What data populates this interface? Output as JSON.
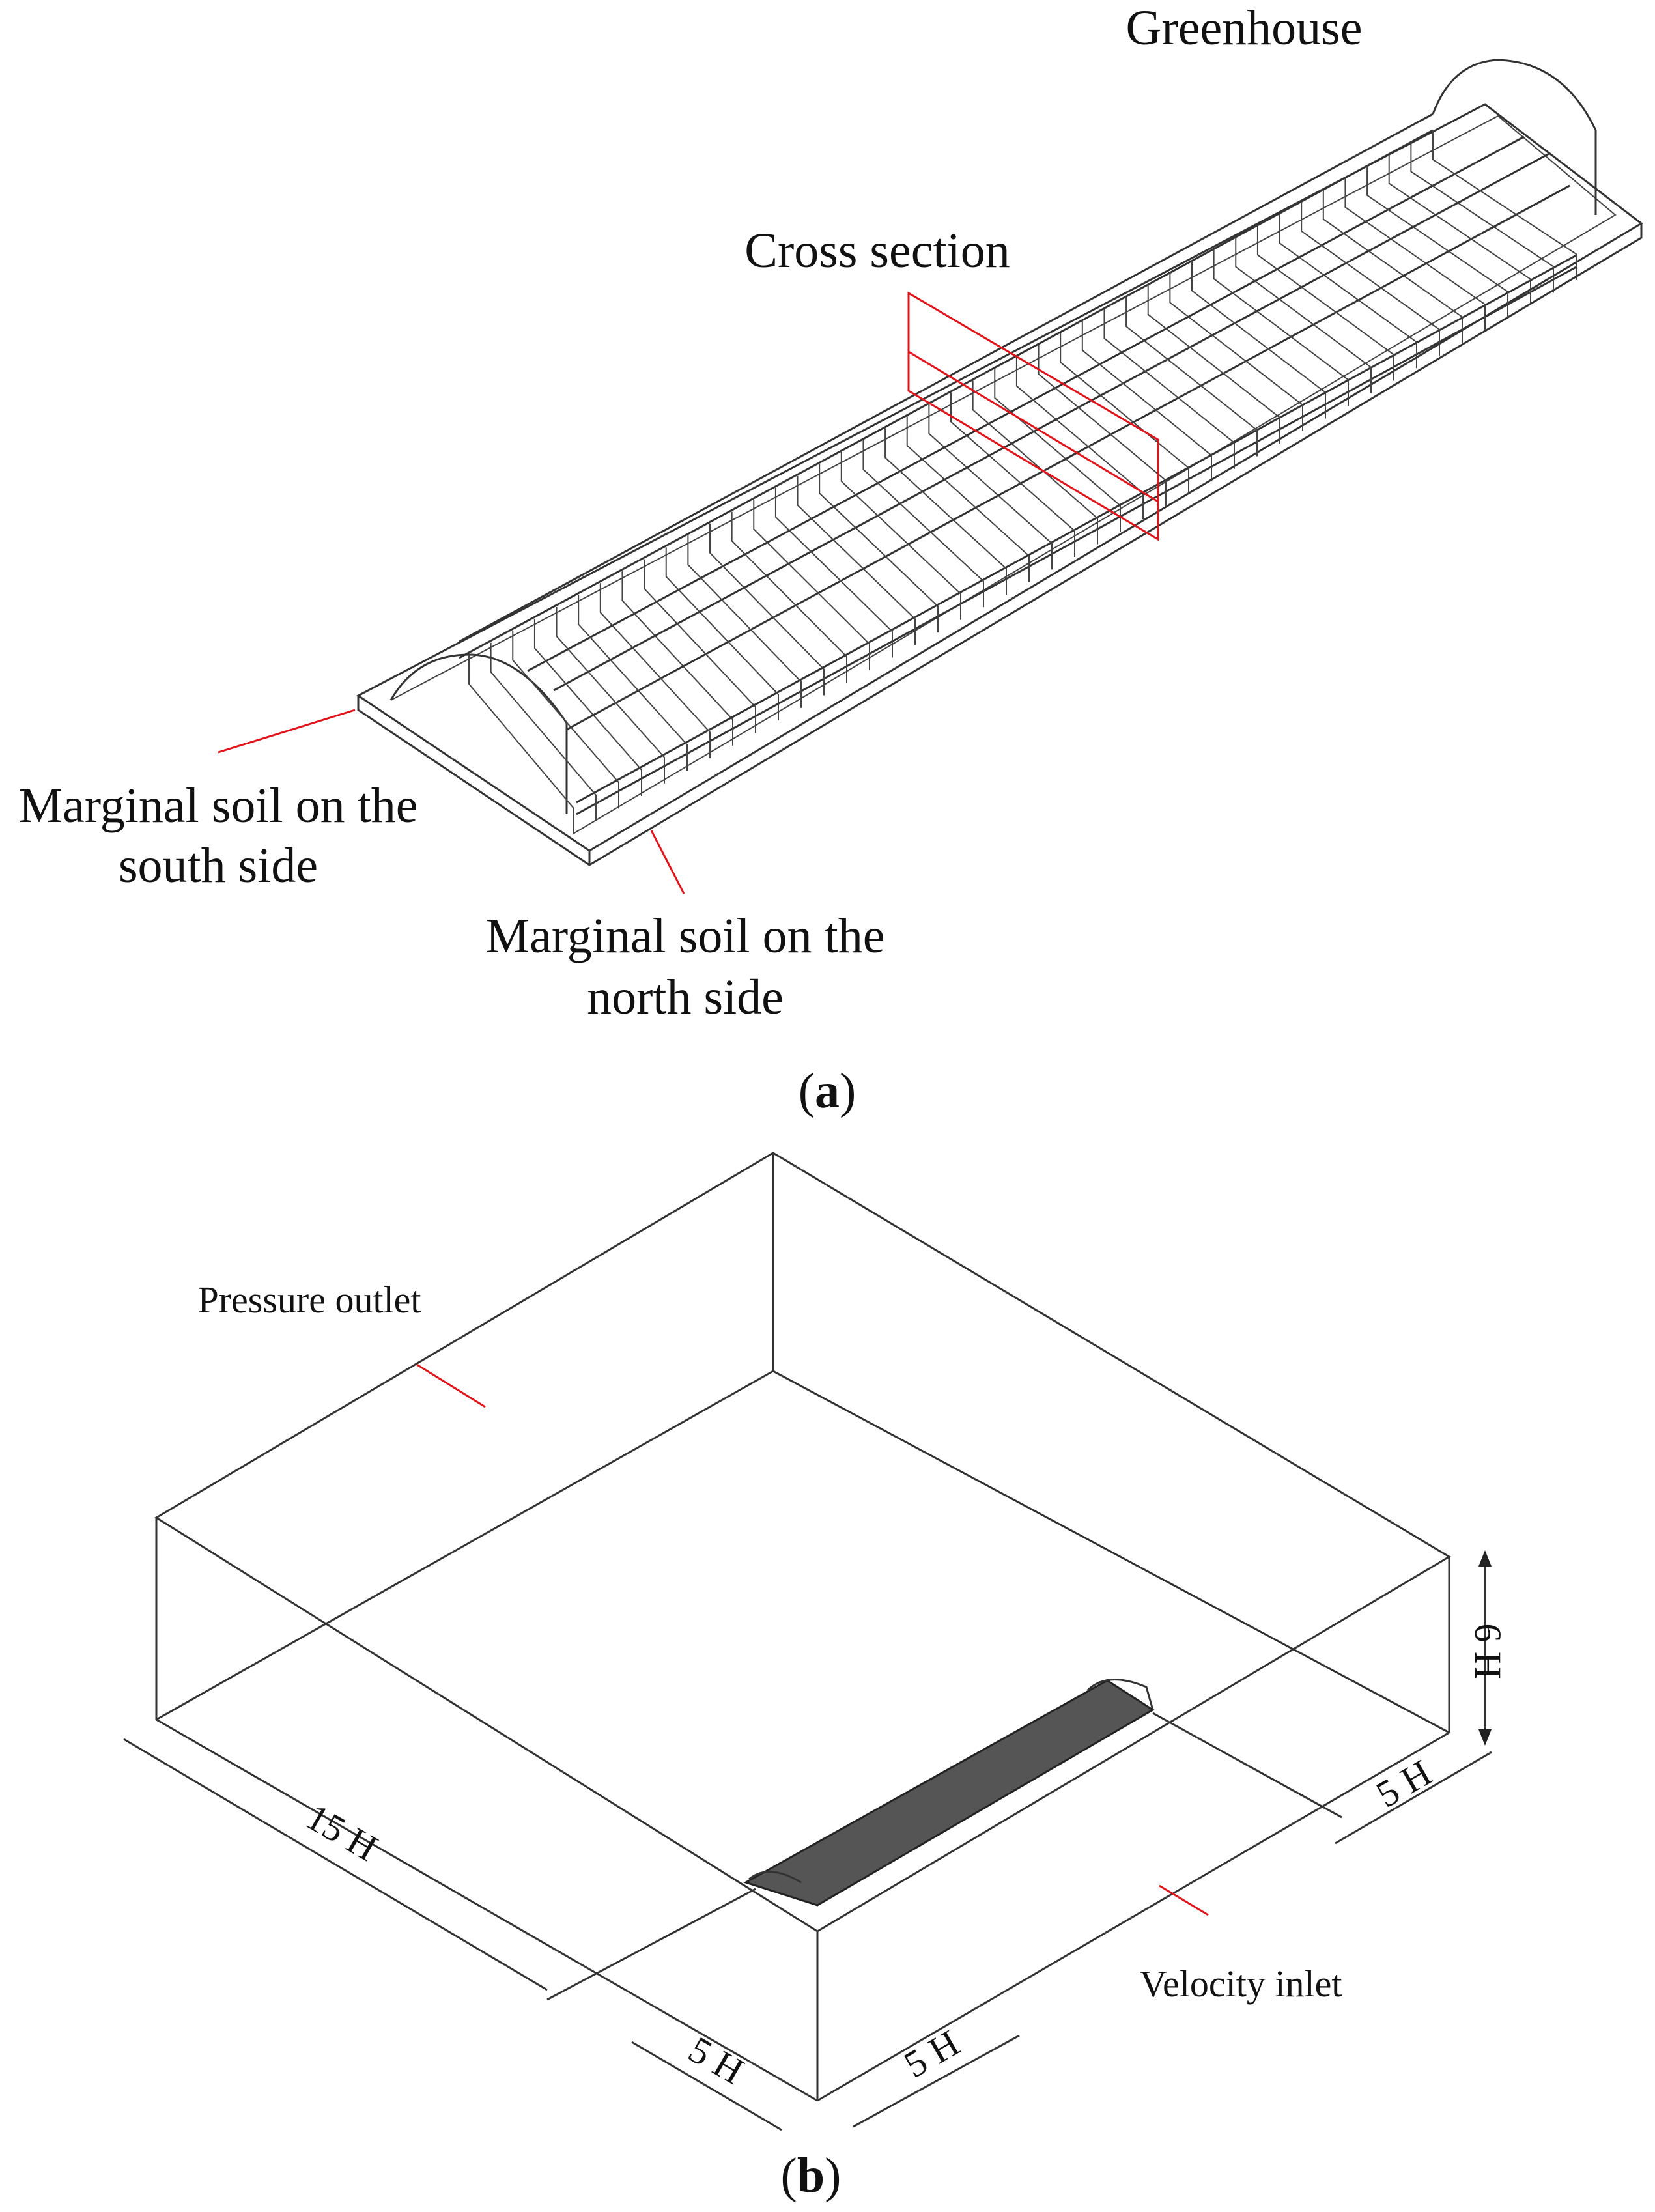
{
  "panel_a": {
    "label": "(a)",
    "greenhouse": "Greenhouse",
    "cross_section": "Cross section",
    "south_soil_line1": "Marginal soil on the",
    "south_soil_line2": "south side",
    "north_soil_line1": "Marginal soil on the",
    "north_soil_line2": "north side"
  },
  "panel_b": {
    "label": "(b)",
    "pressure_outlet": "Pressure outlet",
    "velocity_inlet": "Velocity inlet",
    "dim_height": "6 H",
    "dim_right": "5 H",
    "dim_left_long": "15 H",
    "dim_front_left": "5 H",
    "dim_front_right": "5 H"
  },
  "colors": {
    "wireframe": "#333333",
    "leader": "#e0141b"
  }
}
